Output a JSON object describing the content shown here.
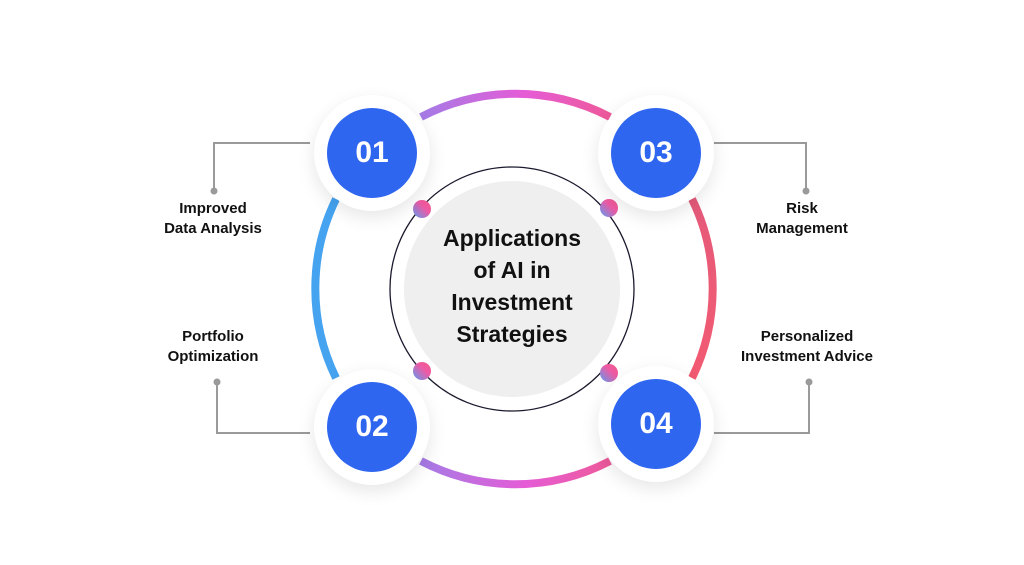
{
  "title": "Applications of AI in Investment Strategies",
  "title_lines": [
    "Applications",
    "of AI in",
    "Investment",
    "Strategies"
  ],
  "colors": {
    "number_circle": "#2f66f0",
    "arc_left": "#45a3f0",
    "arc_right": "#f0567a",
    "arc_top_start": "#a57be6",
    "arc_top_end": "#e55cd6",
    "connector": "#9a9a9a",
    "center_fill": "#efefef"
  },
  "items": [
    {
      "number": "01",
      "label_lines": [
        "Improved",
        "Data Analysis"
      ]
    },
    {
      "number": "02",
      "label_lines": [
        "Portfolio",
        "Optimization"
      ]
    },
    {
      "number": "03",
      "label_lines": [
        "Risk",
        "Management"
      ]
    },
    {
      "number": "04",
      "label_lines": [
        "Personalized",
        "Investment Advice"
      ]
    }
  ]
}
